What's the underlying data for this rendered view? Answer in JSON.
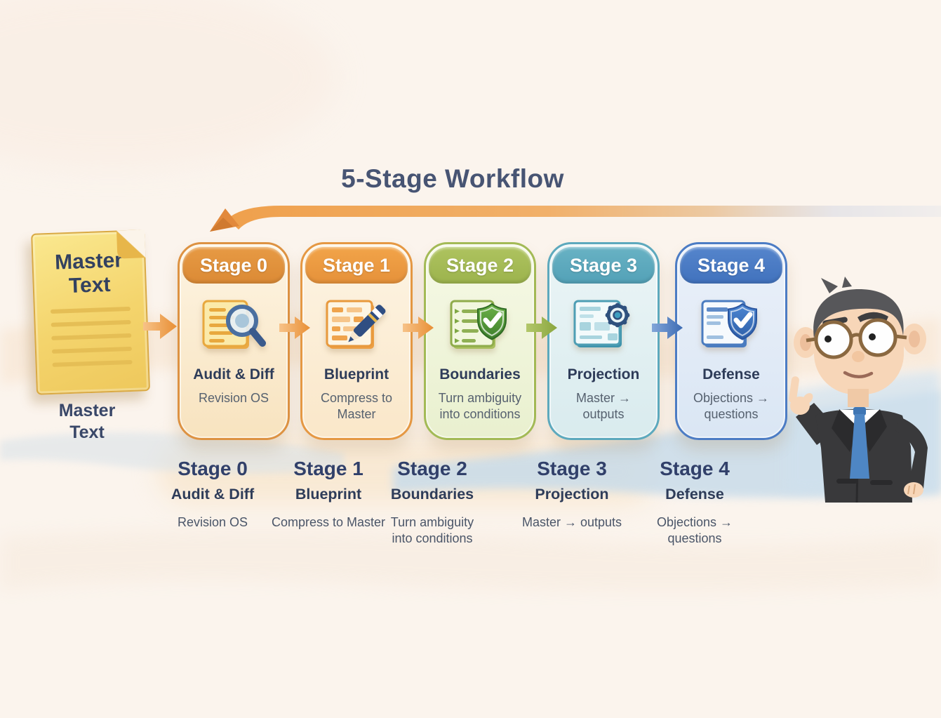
{
  "title": "5-Stage Workflow",
  "master_document": {
    "doc_title": "Master Text",
    "caption": "Master Text"
  },
  "stages": [
    {
      "header": "Stage 0",
      "name": "Audit & Diff",
      "description": "Revision OS",
      "icon": "document-magnifier-icon",
      "header_color": "#E2913E"
    },
    {
      "header": "Stage 1",
      "name": "Blueprint",
      "description": "Compress to Master",
      "icon": "document-pencil-icon",
      "header_color": "#EC9B43"
    },
    {
      "header": "Stage 2",
      "name": "Boundaries",
      "description": "Turn ambiguity into conditions",
      "icon": "checklist-shield-icon",
      "header_color": "#A6BC57"
    },
    {
      "header": "Stage 3",
      "name": "Projection",
      "description": "Master → outputs",
      "icon": "document-gear-icon",
      "header_color": "#5FABBE"
    },
    {
      "header": "Stage 4",
      "name": "Defense",
      "description": "Objections → questions",
      "icon": "document-shield-icon",
      "header_color": "#4C7DC5"
    }
  ],
  "legend": [
    {
      "stage": "Stage 0",
      "name": "Audit & Diff",
      "description": "Revision OS"
    },
    {
      "stage": "Stage 1",
      "name": "Blueprint",
      "description": "Compress to Master"
    },
    {
      "stage": "Stage 2",
      "name": "Boundaries",
      "description": "Turn ambiguity into conditions"
    },
    {
      "stage": "Stage 3",
      "name": "Projection",
      "description": "Master → outputs"
    },
    {
      "stage": "Stage 4",
      "name": "Defense",
      "description": "Objections → questions"
    }
  ],
  "colors": {
    "title_text": "#475473",
    "arrow_orange": "#EFA14C",
    "arrow_green": "#9CB553",
    "arrow_blue": "#4F7FC2",
    "loop_arrow": "#F0A553",
    "document_yellow": "#F4D46C"
  },
  "figure": "skeptical-man-in-suit"
}
